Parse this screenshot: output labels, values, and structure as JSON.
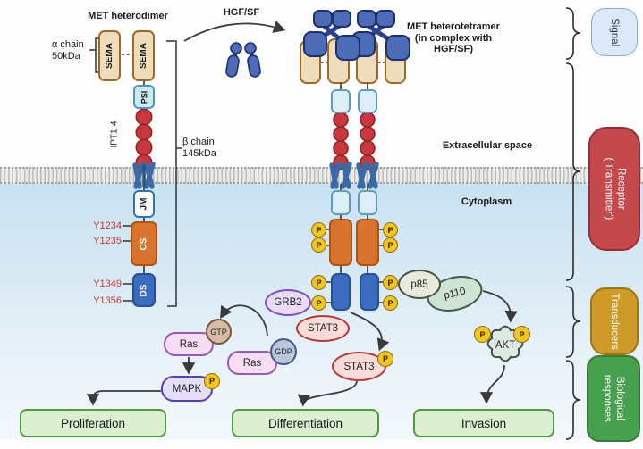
{
  "titles": {
    "met_heterodimer": "MET heterodimer",
    "hgf_sf": "HGF/SF",
    "heterotetramer_l1": "MET heterotetramer",
    "heterotetramer_l2": "(in complex with",
    "heterotetramer_l3": "HGF/SF)",
    "extracellular": "Extracellular space",
    "cytoplasm": "Cytoplasm"
  },
  "chains": {
    "alpha_l1": "α chain",
    "alpha_l2": "50kDa",
    "beta_l1": "β chain",
    "beta_l2": "145kDa"
  },
  "domains": {
    "sema": "SEMA",
    "psi": "PSI",
    "ipt": "IPT1-4",
    "jm": "JM",
    "cs": "CS",
    "ds": "DS"
  },
  "phospho_sites": {
    "y1234": "Y1234",
    "y1235": "Y1235",
    "y1349": "Y1349",
    "y1356": "Y1356"
  },
  "molecules": {
    "grb2": "GRB2",
    "stat3": "STAT3",
    "stat3_p": "STAT3",
    "ras": "Ras",
    "gtp": "GTP",
    "gdp": "GDP",
    "mapk": "MAPK",
    "p85": "p85",
    "p110": "p110",
    "akt": "AKT",
    "phosphate": "P"
  },
  "outcomes": {
    "proliferation": "Proliferation",
    "differentiation": "Differentiation",
    "invasion": "Invasion"
  },
  "side_labels": {
    "signal": "Signal",
    "receptor_l1": "Receptor",
    "receptor_l2": "('Transmitter')",
    "transducers": "Transducers",
    "biological_l1": "Biological",
    "biological_l2": "responses"
  },
  "colors": {
    "sema_fill": "#efdcba",
    "sema_border": "#9c6a28",
    "psi_fill": "#cdeaf2",
    "psi_border": "#4a9ab5",
    "ipt_circle": "#c8383c",
    "tm_helix": "#3b6ba6",
    "jm_border": "#2f73b0",
    "cs_fill": "#d8742e",
    "ds_fill": "#3b6cc0",
    "phosphate_fill": "#f4c41f",
    "site_label": "#c43b33",
    "ligand_fill": "#4d6cb8",
    "membrane": "#d9d9d9",
    "cytoplasm_top": "#c7e1f0",
    "grb2_fill": "#eadcf8",
    "stat3_fill": "#f9dbd9",
    "ras_fill": "#f7ddf2",
    "gtp_fill": "#d6bca7",
    "gdp_fill": "#b9c4dd",
    "mapk_fill": "#e4def7",
    "p85_fill": "#e8ebdb",
    "p110_fill": "#cfe3d3",
    "akt_fill": "#dfe9e3",
    "outcome_fill": "#dcefd0",
    "outcome_border": "#4f9a41",
    "signal_fill": "#dce9f8",
    "receptor_fill": "#c4494d",
    "transducers_fill": "#cf9b28",
    "biological_fill": "#47a04e"
  }
}
